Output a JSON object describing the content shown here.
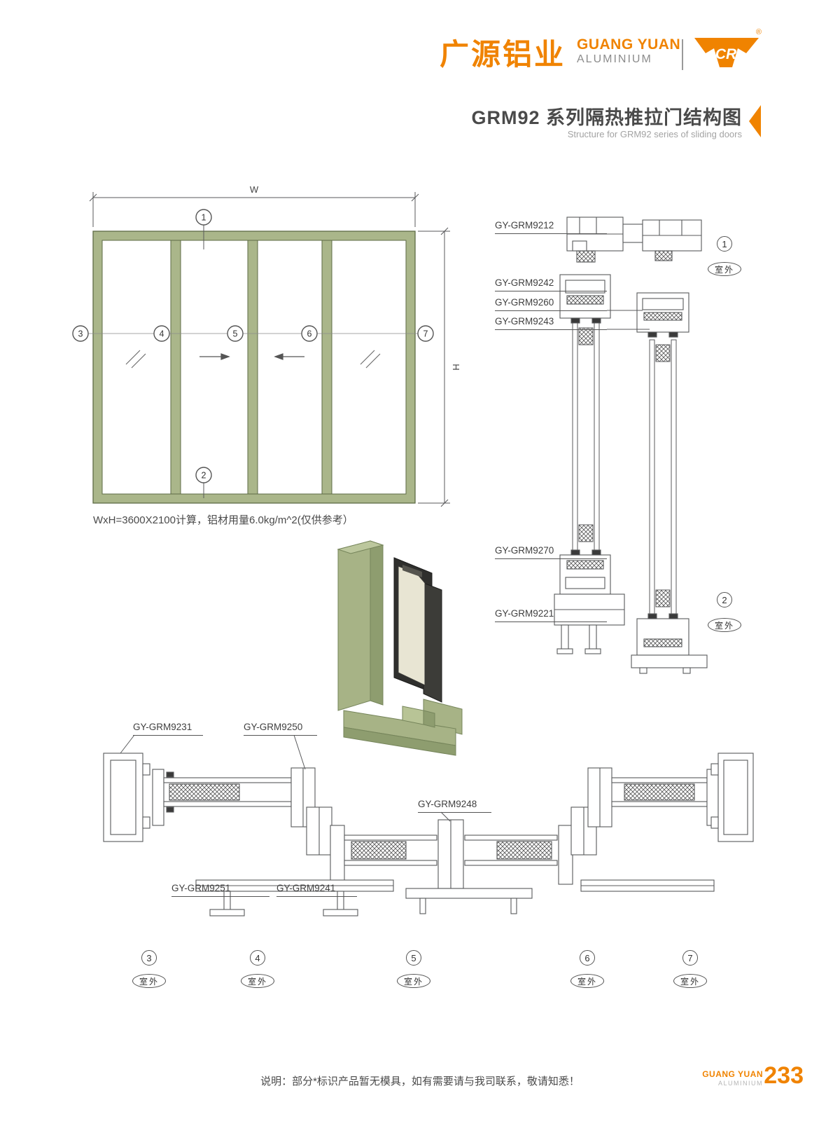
{
  "header": {
    "logo_cn": "广源铝业",
    "logo_en": "GUANG YUAN",
    "logo_sub": "ALUMINIUM",
    "logo_mark": "CR",
    "logo_reg": "®",
    "title_cn": "GRM92 系列隔热推拉门结构图",
    "title_en": "Structure for GRM92 series of sliding doors"
  },
  "elevation": {
    "dim_w": "W",
    "dim_h": "H",
    "callouts": [
      "1",
      "2",
      "3",
      "4",
      "5",
      "6",
      "7"
    ],
    "note": "WxH=3600X2100计算，铝材用量6.0kg/m^2(仅供参考）"
  },
  "vertical_section": {
    "labels": [
      "GY-GRM9212",
      "GY-GRM9242",
      "GY-GRM9260",
      "GY-GRM9243",
      "GY-GRM9270",
      "GY-GRM9221"
    ],
    "callouts": [
      {
        "num": "1",
        "zone": "室外"
      },
      {
        "num": "2",
        "zone": "室外"
      }
    ]
  },
  "horizontal_section": {
    "labels": [
      "GY-GRM9231",
      "GY-GRM9250",
      "GY-GRM9248",
      "GY-GRM9251",
      "GY-GRM9241"
    ],
    "callouts": [
      {
        "num": "3",
        "zone": "室外"
      },
      {
        "num": "4",
        "zone": "室外"
      },
      {
        "num": "5",
        "zone": "室外"
      },
      {
        "num": "6",
        "zone": "室外"
      },
      {
        "num": "7",
        "zone": "室外"
      }
    ]
  },
  "footer": {
    "note": "说明：部分*标识产品暂无模具，如有需要请与我司联系，敬请知悉！",
    "brand": "GUANG YUAN",
    "brand_sub": "ALUMINIUM",
    "page": "233"
  },
  "colors": {
    "accent": "#F08300",
    "frame": "#AAB68A",
    "line": "#58595B"
  }
}
